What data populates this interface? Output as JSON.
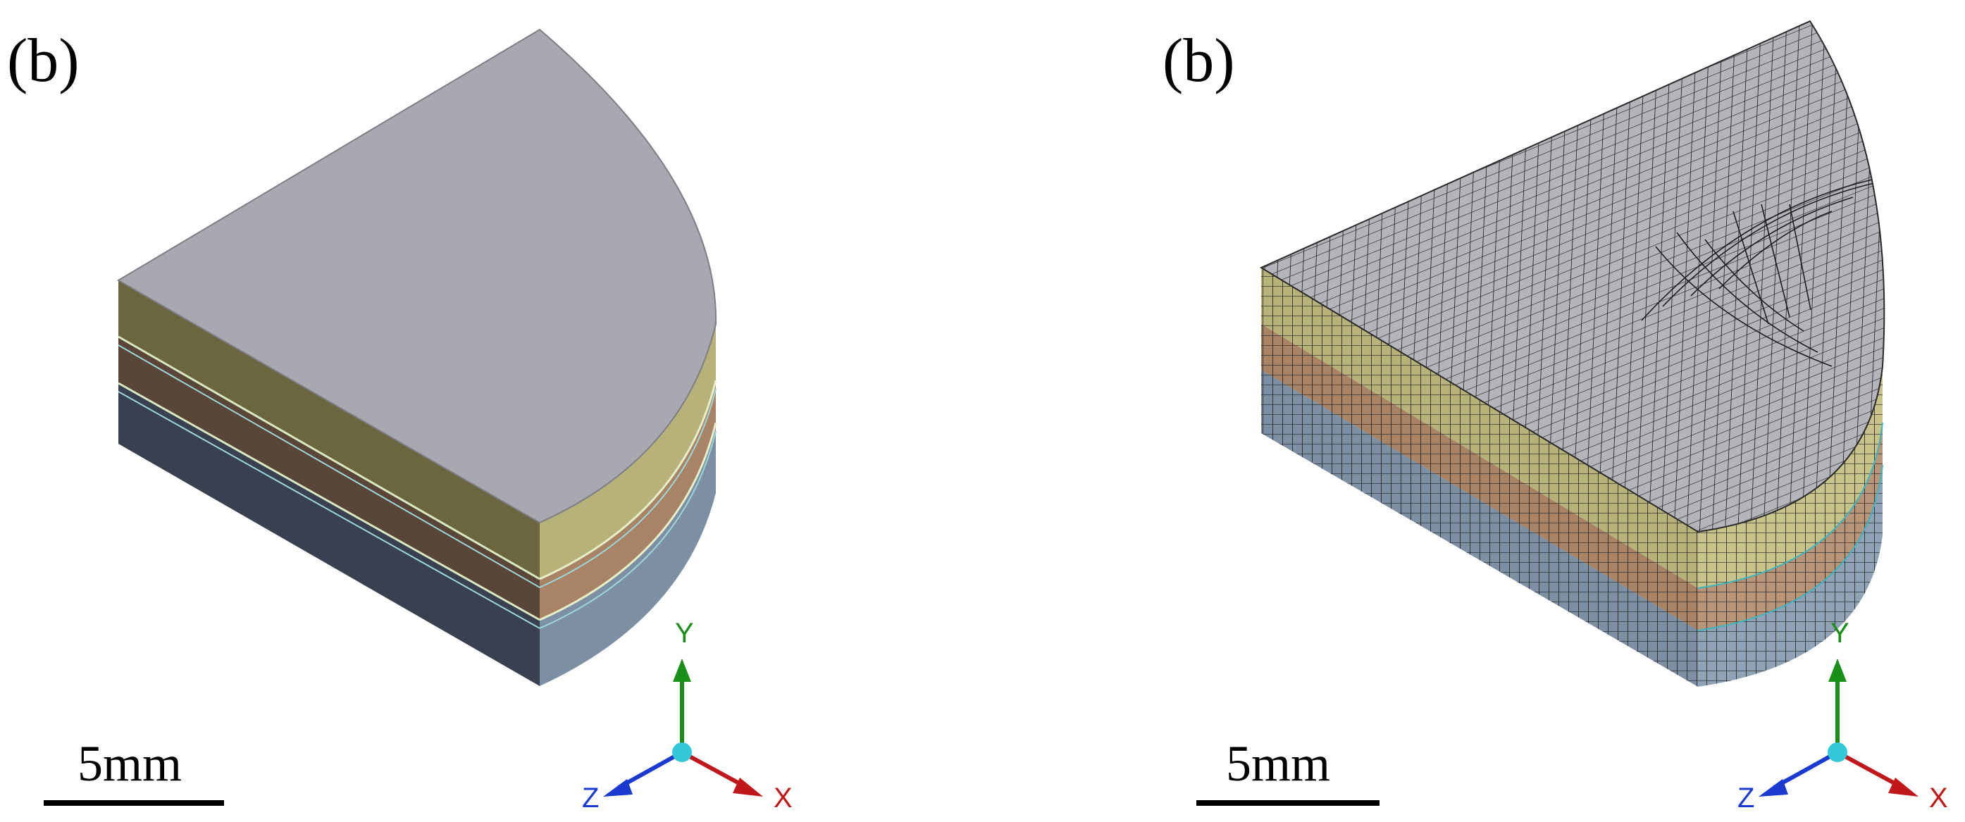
{
  "panels": [
    {
      "label": "(b)",
      "scale_bar": "5mm",
      "axes": {
        "y": "Y",
        "x": "X",
        "z": "Z"
      }
    },
    {
      "label": "(b)",
      "scale_bar": "5mm",
      "axes": {
        "y": "Y",
        "x": "X",
        "z": "Z"
      }
    }
  ],
  "colors": {
    "top_face": "#a8a9b0",
    "layer_yellow": "#b7b27a",
    "layer_yellow_dark": "#6b6640",
    "layer_brown": "#a88366",
    "layer_brown_dark": "#5a4638",
    "layer_blue": "#7c8fa3",
    "layer_blue_dark": "#394150",
    "mesh_line": "#2a2a2a",
    "axis_y": "#1a8f1a",
    "axis_x": "#c0181a",
    "axis_z": "#1a3ad0",
    "axis_origin": "#32c8d8"
  }
}
